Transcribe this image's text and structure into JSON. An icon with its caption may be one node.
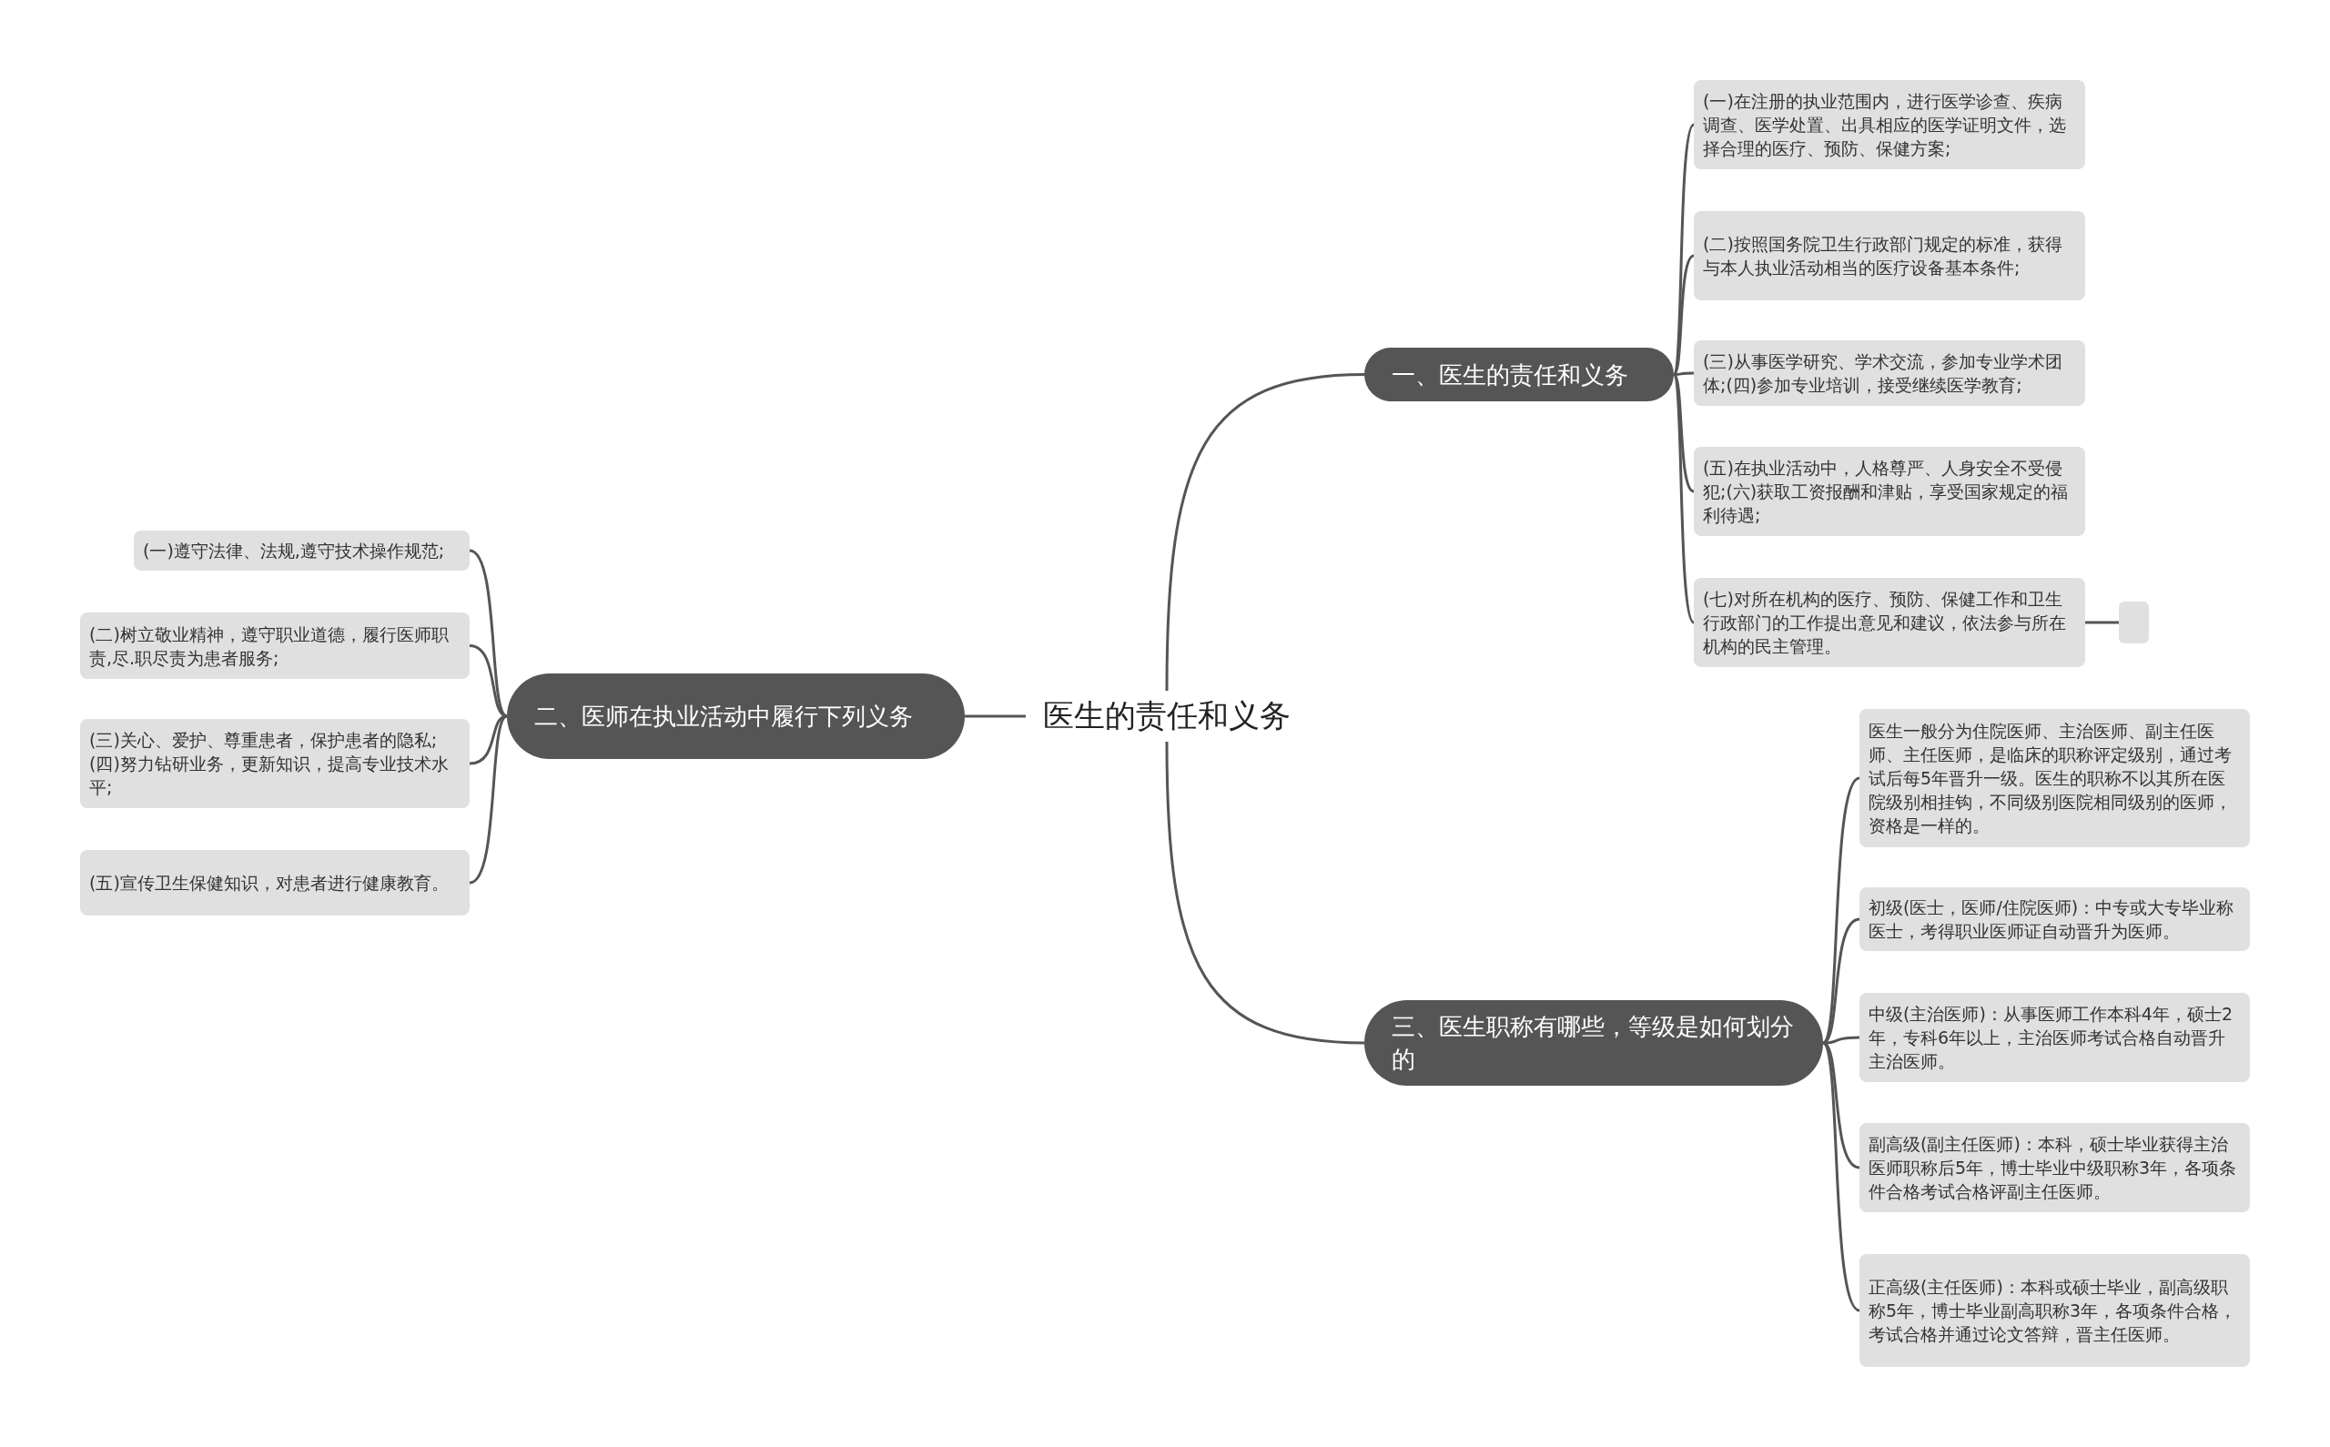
{
  "diagram": {
    "nodes": [
      {
        "text": [
          "医生的责任和义务"
        ]
      },
      {
        "text": [
          "一、医生的责任和义务"
        ]
      },
      {
        "text": [
          "(一)在注册的执业范围内，进行医学诊查、疾病调查、医学处置、出具相应的医学证明文件，选择合理的医疗、预防、保健方案;"
        ]
      },
      {
        "text": [
          "(二)按照国务院卫生行政部门规定的标准，获得与本人执业活动相当的医疗设备基本条件;"
        ]
      },
      {
        "text": [
          "(三)从事医学研究、学术交流，参加专业学术团体;(四)参加专业培训，接受继续医学教育;"
        ]
      },
      {
        "text": [
          "(五)在执业活动中，人格尊严、人身安全不受侵犯;(六)获取工资报酬和津贴，享受国家规定的福利待遇;"
        ]
      },
      {
        "text": [
          "(七)对所在机构的医疗、预防、保健工作和卫生行政部门的工作提出意见和建议，依法参与所在机构的民主管理。"
        ]
      },
      {
        "text": [],
        "shape": "box"
      },
      {
        "text": [
          "二、医师在执业活动中履行下列义务"
        ]
      },
      {
        "text": [
          "(一)遵守法律、法规,遵守技术操作规范;"
        ]
      },
      {
        "text": [
          "(二)树立敬业精神，遵守职业道德，履行医师职责,尽.职尽责为患者服务;"
        ]
      },
      {
        "text": [
          "(三)关心、爱护、尊重患者，保护患者的隐私;(四)努力钻研业务，更新知识，提高专业技术水平;"
        ]
      },
      {
        "text": [
          "(五)宣传卫生保健知识，对患者进行健康教育。"
        ]
      },
      {
        "text": [
          "三、医生职称有哪些，等级是如何划分的"
        ]
      },
      {
        "text": [
          "医生一般分为住院医师、主治医师、副主任医师、主任医师，是临床的职称评定级别，通过考试后每5年晋升一级。医生的职称不以其所在医院级别相挂钩，不同级别医院相同级别的医师，资格是一样的。"
        ]
      },
      {
        "text": [
          "初级(医士，医师/住院医师)：中专或大专毕业称医士，考得职业医师证自动晋升为医师。"
        ]
      },
      {
        "text": [
          "中级(主治医师)：从事医师工作本科4年，硕士2年，专科6年以上，主治医师考试合格自动晋升主治医师。"
        ]
      },
      {
        "text": [
          "副高级(副主任医师)：本科，硕士毕业获得主治医师职称后5年，博士毕业中级职称3年，各项条件合格考试合格评副主任医师。"
        ]
      },
      {
        "text": [
          "正高级(主任医师)：本科或硕士毕业，副高级职称5年，博士毕业副高职称3年，各项条件合格，考试合格并通过论文答辩，晋主任医师。"
        ]
      }
    ],
    "edges": [
      {
        "from": 0,
        "to": 1,
        "arrow": "none"
      },
      {
        "from": 0,
        "to": 8,
        "arrow": "none"
      },
      {
        "from": 0,
        "to": 13,
        "arrow": "none"
      },
      {
        "from": 1,
        "to": 2,
        "arrow": "none"
      },
      {
        "from": 1,
        "to": 3,
        "arrow": "none"
      },
      {
        "from": 1,
        "to": 4,
        "arrow": "none"
      },
      {
        "from": 1,
        "to": 5,
        "arrow": "none"
      },
      {
        "from": 1,
        "to": 6,
        "arrow": "none"
      },
      {
        "from": 6,
        "to": 7,
        "arrow": "none"
      },
      {
        "from": 8,
        "to": 9,
        "arrow": "none"
      },
      {
        "from": 8,
        "to": 10,
        "arrow": "none"
      },
      {
        "from": 8,
        "to": 11,
        "arrow": "none"
      },
      {
        "from": 8,
        "to": 12,
        "arrow": "none"
      },
      {
        "from": 13,
        "to": 14,
        "arrow": "none"
      },
      {
        "from": 13,
        "to": 15,
        "arrow": "none"
      },
      {
        "from": 13,
        "to": 16,
        "arrow": "none"
      },
      {
        "from": 13,
        "to": 17,
        "arrow": "none"
      },
      {
        "from": 13,
        "to": 18,
        "arrow": "none"
      }
    ]
  }
}
